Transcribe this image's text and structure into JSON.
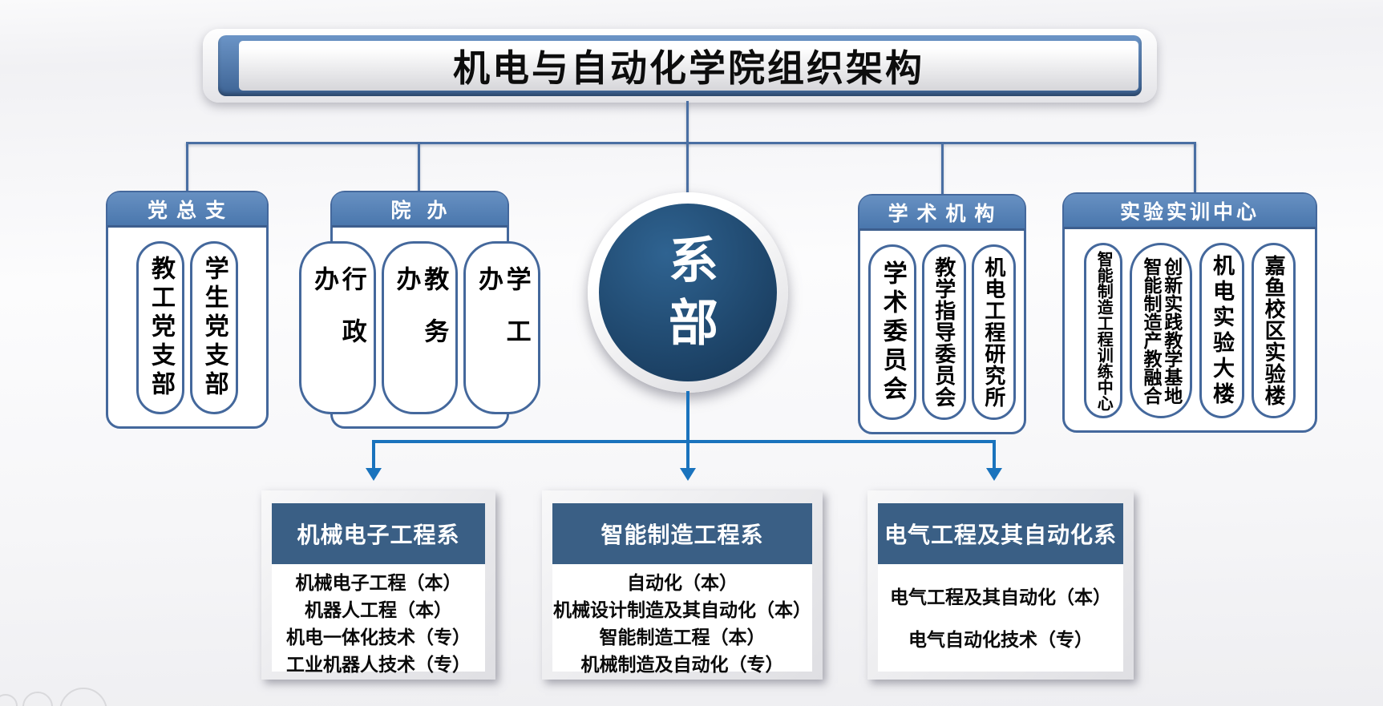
{
  "title": "机电与自动化学院组织架构",
  "center_node": {
    "label": "系部"
  },
  "top_groups": [
    {
      "header": "党 总 支",
      "pills": [
        {
          "text": "教工党支部"
        },
        {
          "text": "学生党支部"
        }
      ]
    },
    {
      "header": "院  办",
      "pills": [
        {
          "text": "行政办"
        },
        {
          "text": "教务办"
        },
        {
          "text": "学工办"
        }
      ]
    },
    {
      "header": "学 术 机 构",
      "pills": [
        {
          "text": "学术委员会"
        },
        {
          "text": "教学指导委员会"
        },
        {
          "text": "机电工程研究所"
        }
      ]
    },
    {
      "header": "实验实训中心",
      "pills": [
        {
          "text": "智能制造工程训练中心"
        },
        {
          "text": "创新实践教学基地\n智能制造产教融合"
        },
        {
          "text": "机电实验大楼"
        },
        {
          "text": "嘉鱼校区实验楼"
        }
      ]
    }
  ],
  "departments": [
    {
      "header": "机械电子工程系",
      "programs": [
        "机械电子工程（本）",
        "机器人工程（本）",
        "机电一体化技术（专）",
        "工业机器人技术（专）"
      ]
    },
    {
      "header": "智能制造工程系",
      "programs": [
        "自动化（本）",
        "机械设计制造及其自动化（本）",
        "智能制造工程（本）",
        "机械制造及自动化（专）"
      ]
    },
    {
      "header": "电气工程及其自动化系",
      "programs": [
        "电气工程及其自动化（本）",
        "电气自动化技术（专）"
      ]
    }
  ],
  "colors": {
    "group_header_blue": "#5b84b8",
    "box_border_blue": "#44689c",
    "circle_navy": "#20496f",
    "dept_header_blue": "#3a5f85",
    "tree_line_blue": "#4a6fa3",
    "arrow_blue": "#1a73bd"
  }
}
